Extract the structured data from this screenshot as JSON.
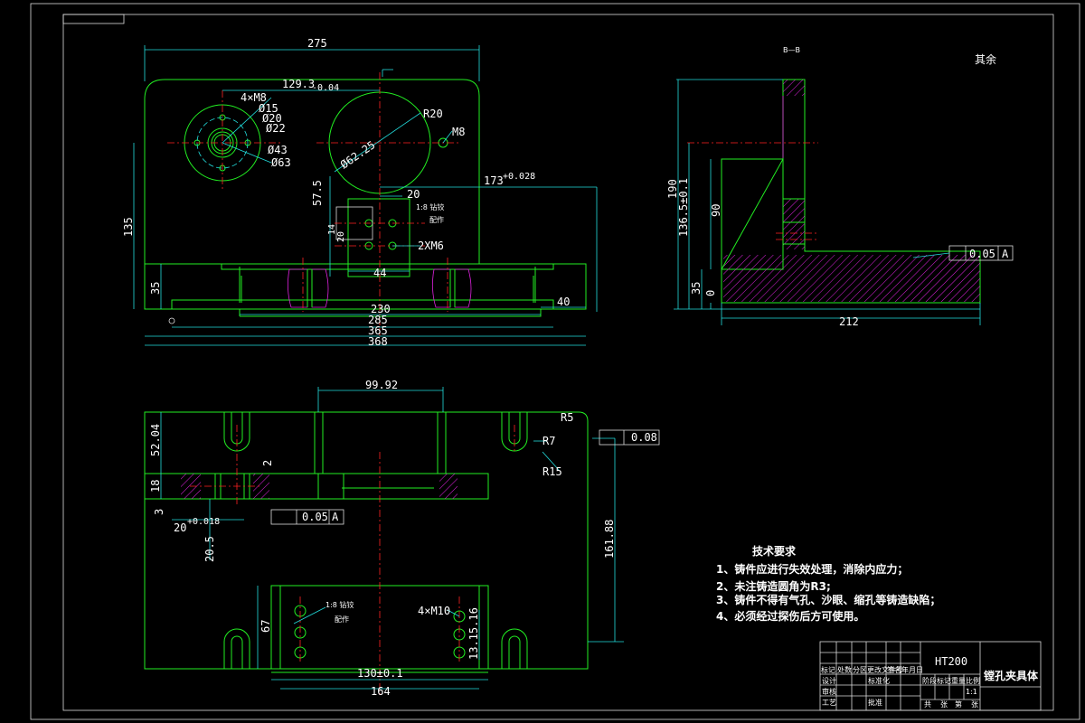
{
  "dims": {
    "top_275": "275",
    "top_129": "129.3",
    "top_129_tol": "-0.04",
    "top_4m8": "4×M8",
    "top_d15": "Ø15",
    "top_d20": "Ø20",
    "top_d22": "Ø22",
    "top_d43": "Ø43",
    "top_d63": "Ø63",
    "top_d62": "Ø62.25",
    "top_r20": "R20",
    "top_m8": "M8",
    "top_173": "173",
    "top_173_tol": "+0.028",
    "top_57": "57.5",
    "top_20": "20",
    "top_20b": "20",
    "top_14": "14",
    "top_2xm6": "2XM6",
    "top_44": "44",
    "top_135": "135",
    "top_35": "35",
    "top_230": "230",
    "top_285": "285",
    "top_365": "365",
    "top_368": "368",
    "top_40": "40",
    "right_190": "190",
    "right_136": "136.5±0.1",
    "right_90": "90",
    "right_35": "35",
    "right_0": "0",
    "right_212": "212",
    "right_tol": "0.05",
    "right_datum": "A",
    "bot_9992": "99.92",
    "bot_5204": "52.04",
    "bot_r5": "R5",
    "bot_r7": "R7",
    "bot_r15": "R15",
    "bot_008": "0.08",
    "bot_18": "18",
    "bot_2": "2",
    "bot_3": "3",
    "bot_20": "20",
    "bot_20_tol": "+0.018",
    "bot_205": "20.5",
    "bot_005": "0.05",
    "bot_a": "A",
    "bot_16188": "161.88",
    "bot_67": "67",
    "bot_4m10": "4×M10",
    "bot_1315": "13.15.16",
    "bot_130": "130±0.1",
    "bot_164": "164"
  },
  "labels": {
    "section_mark": "B—B",
    "rough": "其余",
    "pin_note_top": "1:8 钻铰",
    "pin_note_top2": "配作",
    "pin_note_bot": "1:8 钻铰",
    "pin_note_bot2": "配作"
  },
  "tech": {
    "title": "技术要求",
    "items": [
      "1、铸件应进行失效处理，消除内应力；",
      "2、未注铸造圆角为R3;",
      "3、铸件不得有气孔、沙眼、缩孔等铸造缺陷；",
      "4、必须经过探伤后方可使用。"
    ]
  },
  "title_block": {
    "material": "HT200",
    "part_name": "镗孔夹具体",
    "row1": [
      "标记",
      "处数",
      "分区",
      "更改文件号",
      "签名",
      "年月日"
    ],
    "row_design": "设计",
    "row_check": "审核",
    "row_process": "工艺",
    "std": "标准化",
    "approve": "批准",
    "stage": [
      "阶",
      "段",
      "标",
      "记"
    ],
    "weight": "重量",
    "scale": "比例",
    "scale_val": "1:1",
    "sheets": [
      "共",
      "张",
      "第",
      "张"
    ]
  },
  "colors": {
    "outline": "#22ee22",
    "dimension": "#22dddd",
    "center": "#ff2222",
    "hatch": "#dd22dd",
    "text": "#ffffff",
    "frame": "#ffffff"
  }
}
